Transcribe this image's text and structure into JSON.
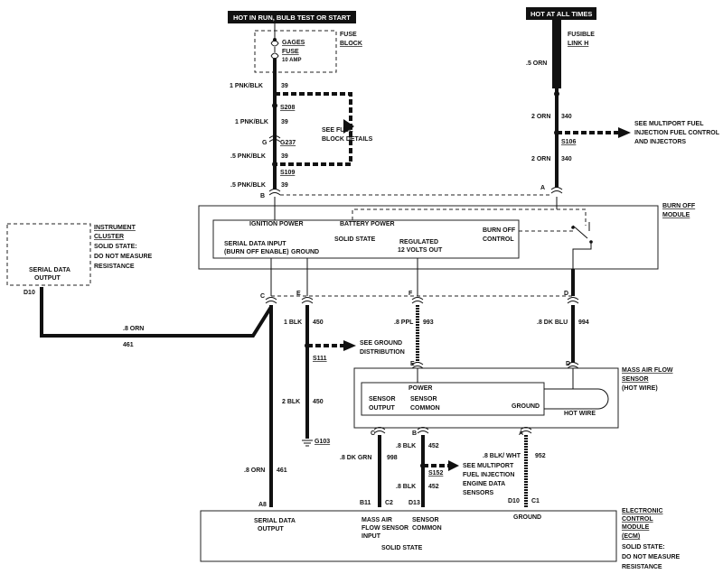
{
  "title_run": "HOT IN RUN, BULB TEST OR START",
  "title_hot": "HOT AT ALL TIMES",
  "fuse_block": "FUSE BLOCK",
  "gages_fuse": [
    "GAGES",
    "FUSE",
    "10 AMP"
  ],
  "fusible_link": [
    "FUSIBLE",
    "LINK H"
  ],
  "see_fuse_details": [
    "SEE FUSE",
    "BLOCK DETAILS"
  ],
  "see_mpfi_control": [
    "SEE MULTIPORT FUEL",
    "INJECTION FUEL CONTROL",
    "AND INJECTORS"
  ],
  "left_wires": [
    {
      "color": "1 PNK/BLK",
      "circuit": "39"
    },
    {
      "color": "1 PNK/BLK",
      "circuit": "39"
    },
    {
      "color": ".5 PNK/BLK",
      "circuit": "39"
    },
    {
      "color": ".5 PNK/BLK",
      "circuit": "39"
    }
  ],
  "right_wires": [
    {
      "color": ".5 ORN",
      "circuit": ""
    },
    {
      "color": "2 ORN",
      "circuit": "340"
    },
    {
      "color": "2 ORN",
      "circuit": "340"
    }
  ],
  "splices": {
    "s208": "S208",
    "g237": "G237",
    "g": "G",
    "s109": "S109",
    "s106": "S106",
    "s111": "S111",
    "s152": "S152",
    "g103": "G103"
  },
  "pins": {
    "b": "B",
    "a": "A",
    "c": "C",
    "e": "E",
    "f": "F",
    "d": "D",
    "e2": "E",
    "d2": "D",
    "c2": "C",
    "b2": "B",
    "a2": "A",
    "d10": "D10",
    "a8": "A8",
    "b11": "B11",
    "c2pin": "C2",
    "d13": "D13",
    "d10b": "D10",
    "c1": "C1"
  },
  "burn_off_module": {
    "title": [
      "BURN OFF",
      "MODULE"
    ],
    "ignition_power": "IGNITION POWER",
    "battery_power": "BATTERY POWER",
    "serial_data_input": [
      "SERIAL DATA INPUT",
      "(BURN OFF ENABLE)"
    ],
    "solid_state": "SOLID STATE",
    "ground": "GROUND",
    "regulated": [
      "REGULATED",
      "12 VOLTS OUT"
    ],
    "burn_off_control": [
      "BURN OFF",
      "CONTROL"
    ]
  },
  "instrument_cluster": {
    "title": [
      "INSTRUMENT",
      "CLUSTER"
    ],
    "note": [
      "SOLID STATE:",
      "DO NOT MEASURE",
      "RESISTANCE"
    ],
    "serial_data_output": [
      "SERIAL DATA",
      "OUTPUT"
    ]
  },
  "mid_wires": {
    "orn_c": {
      "color": ".8 ORN",
      "circuit": "461"
    },
    "blk_1": {
      "color": "1 BLK",
      "circuit": "450"
    },
    "blk_2": {
      "color": "2 BLK",
      "circuit": "450"
    },
    "ppl": {
      "color": ".8 PPL",
      "circuit": "993"
    },
    "dkblu": {
      "color": ".8 DK BLU",
      "circuit": "994"
    },
    "orn_a8": {
      "color": ".8 ORN",
      "circuit": "461"
    },
    "dkgrn": {
      "color": ".8 DK GRN",
      "circuit": "998"
    },
    "blk_452a": {
      "color": ".8 BLK",
      "circuit": "452"
    },
    "blk_452b": {
      "color": ".8 BLK",
      "circuit": "452"
    },
    "blkwht": {
      "color": ".8 BLK/ WHT",
      "circuit": "952"
    }
  },
  "see_ground": [
    "SEE GROUND",
    "DISTRIBUTION"
  ],
  "see_mpfi_data": [
    "SEE MULTIPORT",
    "FUEL INJECTION",
    "ENGINE DATA",
    "SENSORS"
  ],
  "maf_sensor": {
    "title": [
      "MASS AIR FLOW",
      "SENSOR",
      "(HOT WIRE)"
    ],
    "power": "POWER",
    "sensor_output": [
      "SENSOR",
      "OUTPUT"
    ],
    "sensor_common": [
      "SENSOR",
      "COMMON"
    ],
    "ground": "GROUND",
    "hot_wire": "HOT WIRE"
  },
  "ecm": {
    "title": [
      "ELECTRONIC",
      "CONTROL",
      "MODULE",
      "(ECM)"
    ],
    "note": [
      "SOLID STATE:",
      "DO NOT MEASURE",
      "RESISTANCE"
    ],
    "serial_data_output": [
      "SERIAL DATA",
      "OUTPUT"
    ],
    "maf_input": [
      "MASS AIR",
      "FLOW SENSOR",
      "INPUT"
    ],
    "sensor_common": [
      "SENSOR",
      "COMMON"
    ],
    "ground": "GROUND",
    "solid_state": "SOLID STATE"
  }
}
